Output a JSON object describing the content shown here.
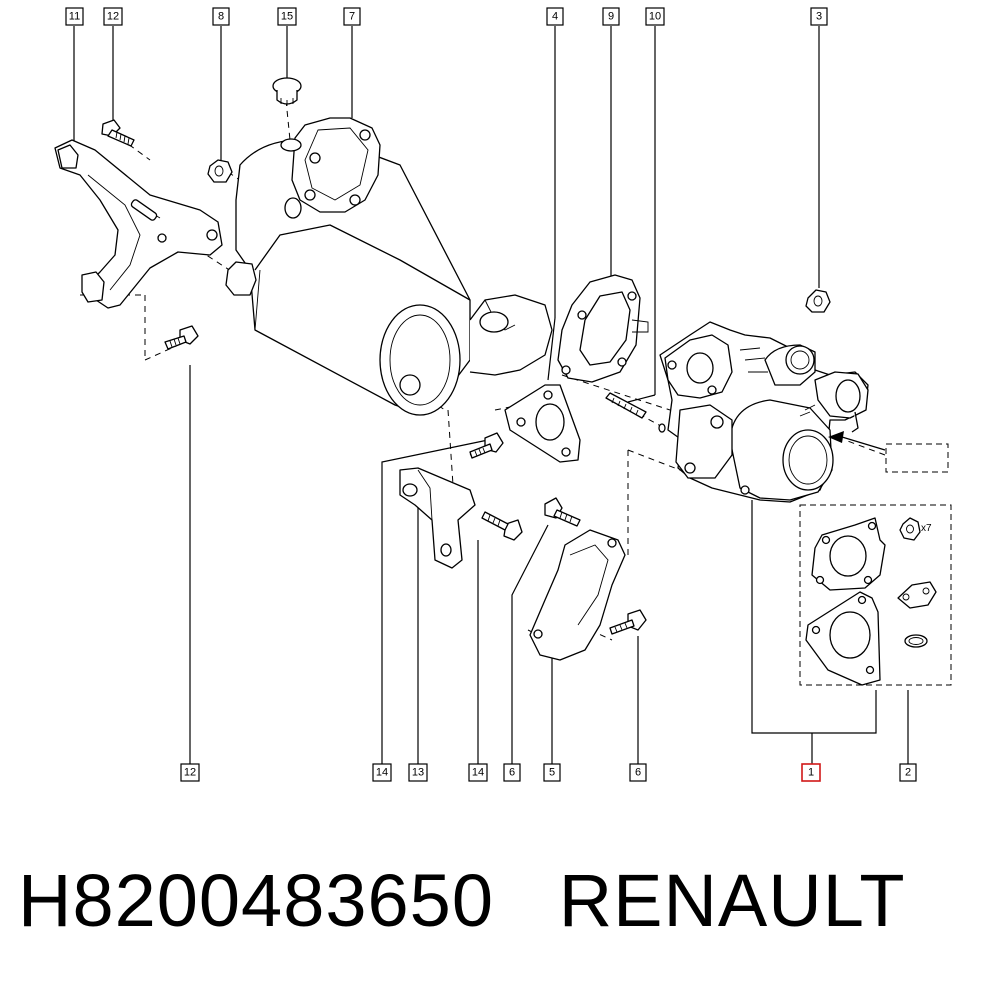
{
  "caption": {
    "part_number": "H8200483650",
    "brand": "RENAULT"
  },
  "callouts": [
    {
      "id": "c11a",
      "label": "11"
    },
    {
      "id": "c12a",
      "label": "12"
    },
    {
      "id": "c8",
      "label": "8"
    },
    {
      "id": "c15",
      "label": "15"
    },
    {
      "id": "c7",
      "label": "7"
    },
    {
      "id": "c4",
      "label": "4"
    },
    {
      "id": "c9",
      "label": "9"
    },
    {
      "id": "c10",
      "label": "10"
    },
    {
      "id": "c3",
      "label": "3"
    },
    {
      "id": "c12b",
      "label": "12"
    },
    {
      "id": "c14a",
      "label": "14"
    },
    {
      "id": "c13",
      "label": "13"
    },
    {
      "id": "c14b",
      "label": "14"
    },
    {
      "id": "c6a",
      "label": "6"
    },
    {
      "id": "c5",
      "label": "5"
    },
    {
      "id": "c6b",
      "label": "6"
    },
    {
      "id": "c1",
      "label": "1",
      "highlighted": true
    },
    {
      "id": "c2",
      "label": "2"
    }
  ],
  "kit_note": "x7",
  "colors": {
    "line": "#000000",
    "highlight": "#d01818",
    "background": "#ffffff"
  }
}
